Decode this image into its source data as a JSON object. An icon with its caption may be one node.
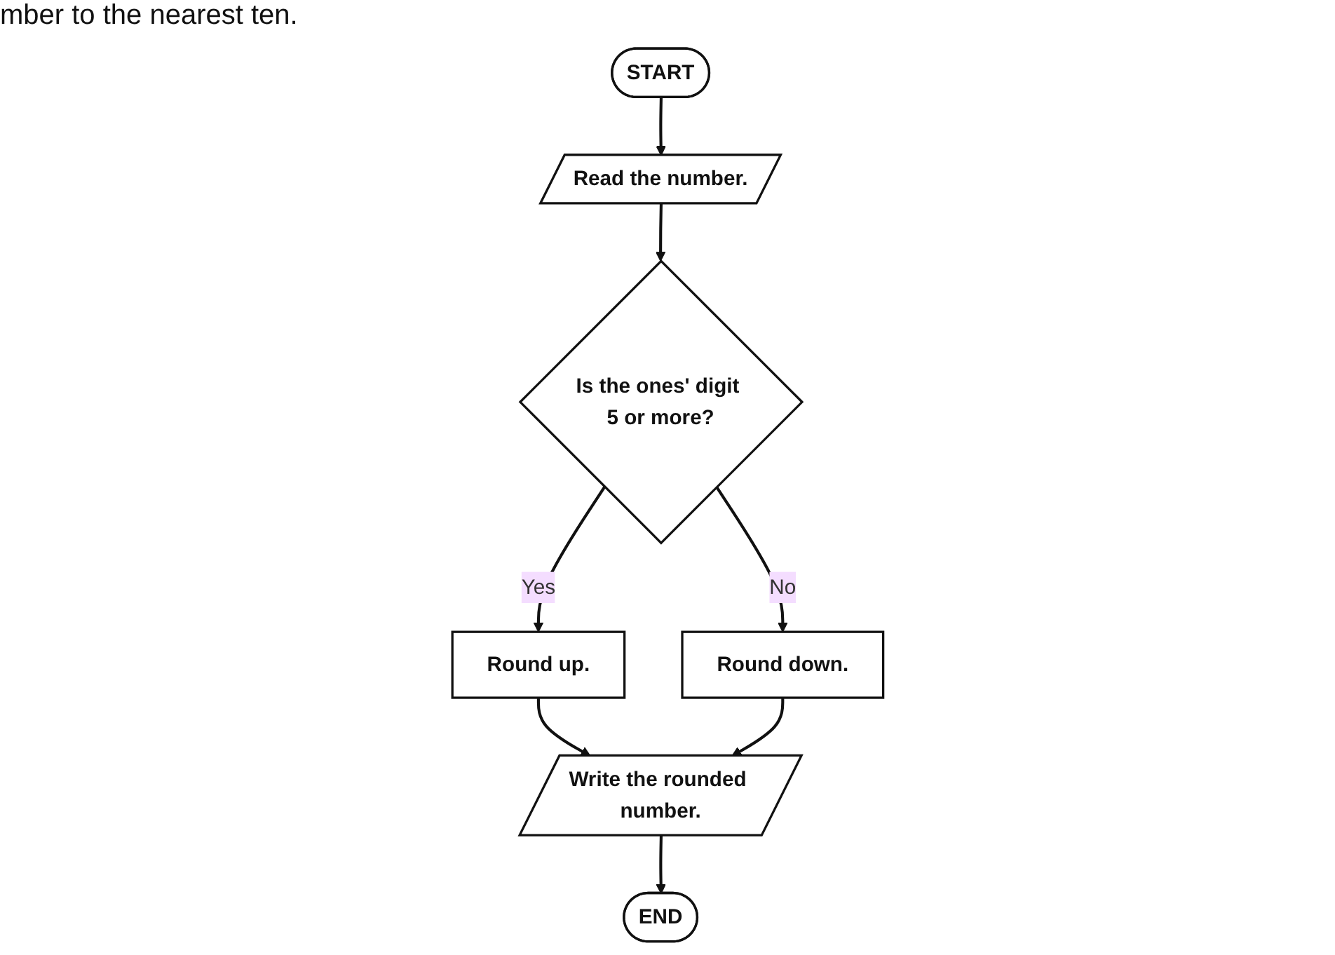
{
  "diagram": {
    "nodes": [
      {
        "text": [
          "START"
        ]
      },
      {
        "text": [
          "Read the number."
        ]
      },
      {
        "text": [
          "Is the ones' digit 5 or more?"
        ]
      },
      {
        "text": [
          "Round up."
        ]
      },
      {
        "text": [
          "Round down."
        ]
      },
      {
        "text": [
          "Write the rounded number."
        ]
      },
      {
        "text": [
          "END"
        ]
      }
    ],
    "edges": [
      {
        "from": 0,
        "to": 1,
        "arrow": "to"
      },
      {
        "from": 1,
        "to": 2,
        "arrow": "to"
      },
      {
        "from": 2,
        "to": 3,
        "label": "Yes",
        "arrow": "to"
      },
      {
        "from": 2,
        "to": 4,
        "label": "No",
        "arrow": "to"
      },
      {
        "from": 3,
        "to": 5,
        "arrow": "to"
      },
      {
        "from": 4,
        "to": 5,
        "arrow": "to"
      },
      {
        "from": 5,
        "to": 6,
        "arrow": "to"
      }
    ],
    "labels": [
      "mber to the nearest ten."
    ]
  }
}
